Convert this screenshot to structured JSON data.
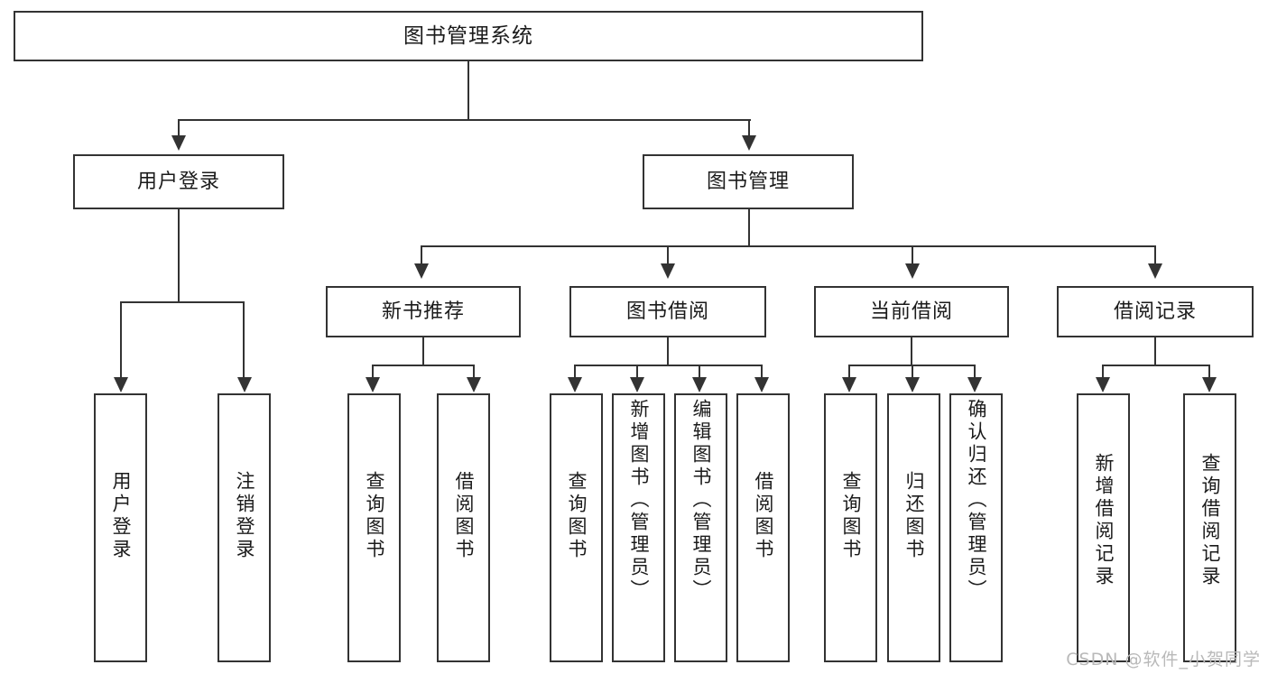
{
  "diagram": {
    "type": "tree",
    "title": "图书管理系统",
    "colors": {
      "stroke": "#333333",
      "fill": "#ffffff",
      "text": "#1b1b1b",
      "watermark": "#b9b9b9"
    },
    "root": {
      "label": "图书管理系统"
    },
    "level2": [
      {
        "label": "用户登录"
      },
      {
        "label": "图书管理"
      }
    ],
    "level3": [
      {
        "label": "新书推荐"
      },
      {
        "label": "图书借阅"
      },
      {
        "label": "当前借阅"
      },
      {
        "label": "借阅记录"
      }
    ],
    "leaves": {
      "user_login": [
        {
          "label": "用户登录"
        },
        {
          "label": "注销登录"
        }
      ],
      "new_book_rec": [
        {
          "label": "查询图书"
        },
        {
          "label": "借阅图书"
        }
      ],
      "book_borrow": [
        {
          "label": "查询图书"
        },
        {
          "label": "新增图书（管理员）"
        },
        {
          "label": "编辑图书（管理员）"
        },
        {
          "label": "借阅图书"
        }
      ],
      "current_borrow": [
        {
          "label": "查询图书"
        },
        {
          "label": "归还图书"
        },
        {
          "label": "确认归还（管理员）"
        }
      ],
      "borrow_record": [
        {
          "label": "新增借阅记录"
        },
        {
          "label": "查询借阅记录"
        }
      ]
    }
  },
  "watermark": {
    "text": "CSDN @软件_小贺同学"
  }
}
